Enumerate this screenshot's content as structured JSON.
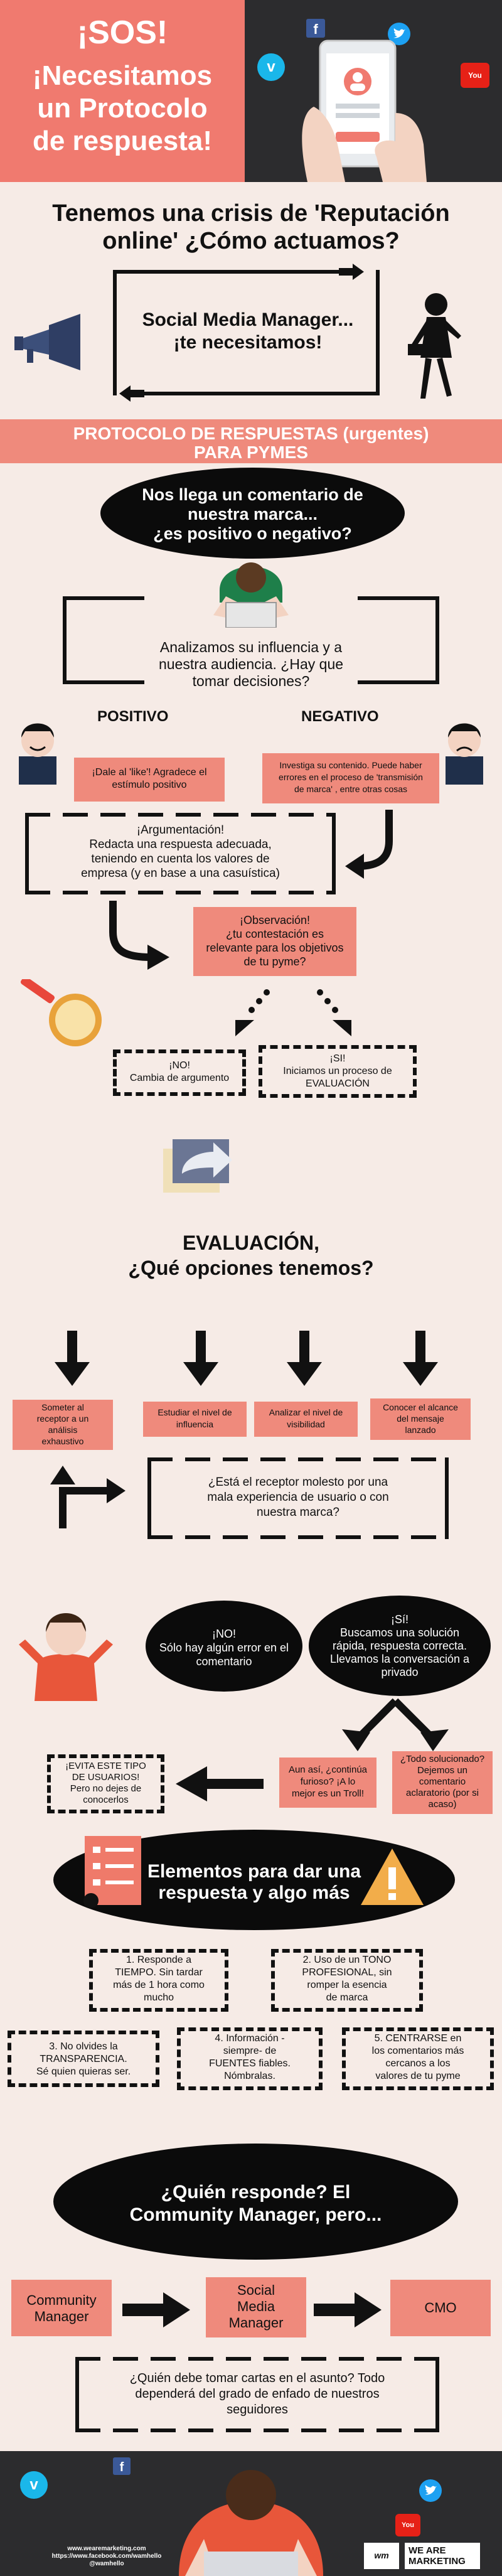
{
  "header": {
    "sos": "¡SOS!",
    "line1": "¡Necesitamos",
    "line2": "un Protocolo",
    "line3": "de respuesta!"
  },
  "crisis": {
    "title1": "Tenemos una crisis de 'Reputación",
    "title2": "online' ¿Cómo actuamos?",
    "box1": "Social Media Manager...",
    "box2": "¡te necesitamos!"
  },
  "protocol": {
    "line1": "PROTOCOLO DE RESPUESTAS (urgentes)",
    "line2": "PARA PYMES"
  },
  "step1": {
    "pill1": "Nos llega un comentario de",
    "pill2": "nuestra marca...",
    "pill3": "¿es positivo o negativo?",
    "analyze1": "Analizamos su influencia y a",
    "analyze2": "nuestra audiencia. ¿Hay que",
    "analyze3": "tomar decisiones?",
    "positive": "POSITIVO",
    "negative": "NEGATIVO",
    "like1": "¡Dale al 'like'! Agradece el",
    "like2": "estímulo positivo",
    "investiga1": "Investiga su contenido. Puede haber",
    "investiga2": "errores en el proceso de 'transmisión",
    "investiga3": "de marca' , entre otras cosas",
    "arg1": "¡Argumentación!",
    "arg2": "Redacta una respuesta adecuada,",
    "arg3": "teniendo en cuenta los valores de",
    "arg4": "empresa (y en base a una casuística)",
    "obs1": "¡Observación!",
    "obs2": "¿tu contestación es",
    "obs3": "relevante para los objetivos",
    "obs4": "de tu pyme?",
    "no1": "¡NO!",
    "no2": "Cambia de argumento",
    "si1": "¡SI!",
    "si2": "Iniciamos un proceso de",
    "si3": "EVALUACIÓN"
  },
  "evaluation": {
    "title1": "EVALUACIÓN,",
    "title2": "¿Qué opciones tenemos?",
    "opt1": [
      "Someter al",
      "receptor a un",
      "análisis",
      "exhaustivo"
    ],
    "opt2": [
      "Estudiar el nivel de",
      "influencia"
    ],
    "opt3": [
      "Analizar el nivel de",
      "visibilidad"
    ],
    "opt4": [
      "Conocer el alcance",
      "del mensaje",
      "lanzado"
    ],
    "q1": "¿Está el receptor molesto por una",
    "q2": "mala experiencia de usuario o con",
    "q3": "nuestra marca?",
    "no1": "¡NO!",
    "no2": "Sólo hay algún error en el",
    "no3": "comentario",
    "si1": "¡Sí!",
    "si2": "Buscamos una solución",
    "si3": "rápida, respuesta correcta.",
    "si4": "Llevamos la conversación a",
    "si5": "privado",
    "furioso1": "Aun así, ¿continúa",
    "furioso2": "furioso? ¡A lo",
    "furioso3": "mejor es un Troll!",
    "solved1": "¿Todo solucionado?",
    "solved2": "Dejemos un",
    "solved3": "comentario",
    "solved4": "aclaratorio (por si",
    "solved5": "acaso)",
    "avoid1": "¡EVITA ESTE TIPO",
    "avoid2": "DE USUARIOS!",
    "avoid3": "Pero no dejes de",
    "avoid4": "conocerlos"
  },
  "elements": {
    "title1": "Elementos para dar una",
    "title2": "respuesta y algo más",
    "e1": [
      "1. Responde a",
      "TIEMPO. Sin tardar",
      "más de 1 hora como",
      "mucho"
    ],
    "e2": [
      "2. Uso de un TONO",
      "PROFESIONAL, sin",
      "romper la esencia",
      "de marca"
    ],
    "e3": [
      "3. No olvides la",
      "TRANSPARENCIA.",
      "Sé quien quieras ser."
    ],
    "e4": [
      "4. Información -",
      "siempre- de",
      "FUENTES fiables.",
      "Nómbralas."
    ],
    "e5": [
      "5. CENTRARSE en",
      "los comentarios más",
      "cercanos a los",
      "valores de tu pyme"
    ]
  },
  "who": {
    "title1": "¿Quién responde? El",
    "title2": "Community Manager, pero...",
    "r1": [
      "Community",
      "Manager"
    ],
    "r2": [
      "Social",
      "Media",
      "Manager"
    ],
    "r3": "CMO",
    "final1": "¿Quién debe tomar cartas en el asunto? Todo",
    "final2": "dependerá del grado de enfado de nuestros",
    "final3": "seguidores"
  },
  "footer": {
    "url1": "www.wearemarketing.com",
    "url2": "https://www.facebook.com/wamhello",
    "handle": "@wamhello",
    "logo1": "WE ARE",
    "logo2": "MARKETING"
  },
  "colors": {
    "salmon": "#ef8a7c",
    "dark": "#2c2c2e",
    "cream": "#f6ebe6",
    "black": "#0b0b0b"
  }
}
